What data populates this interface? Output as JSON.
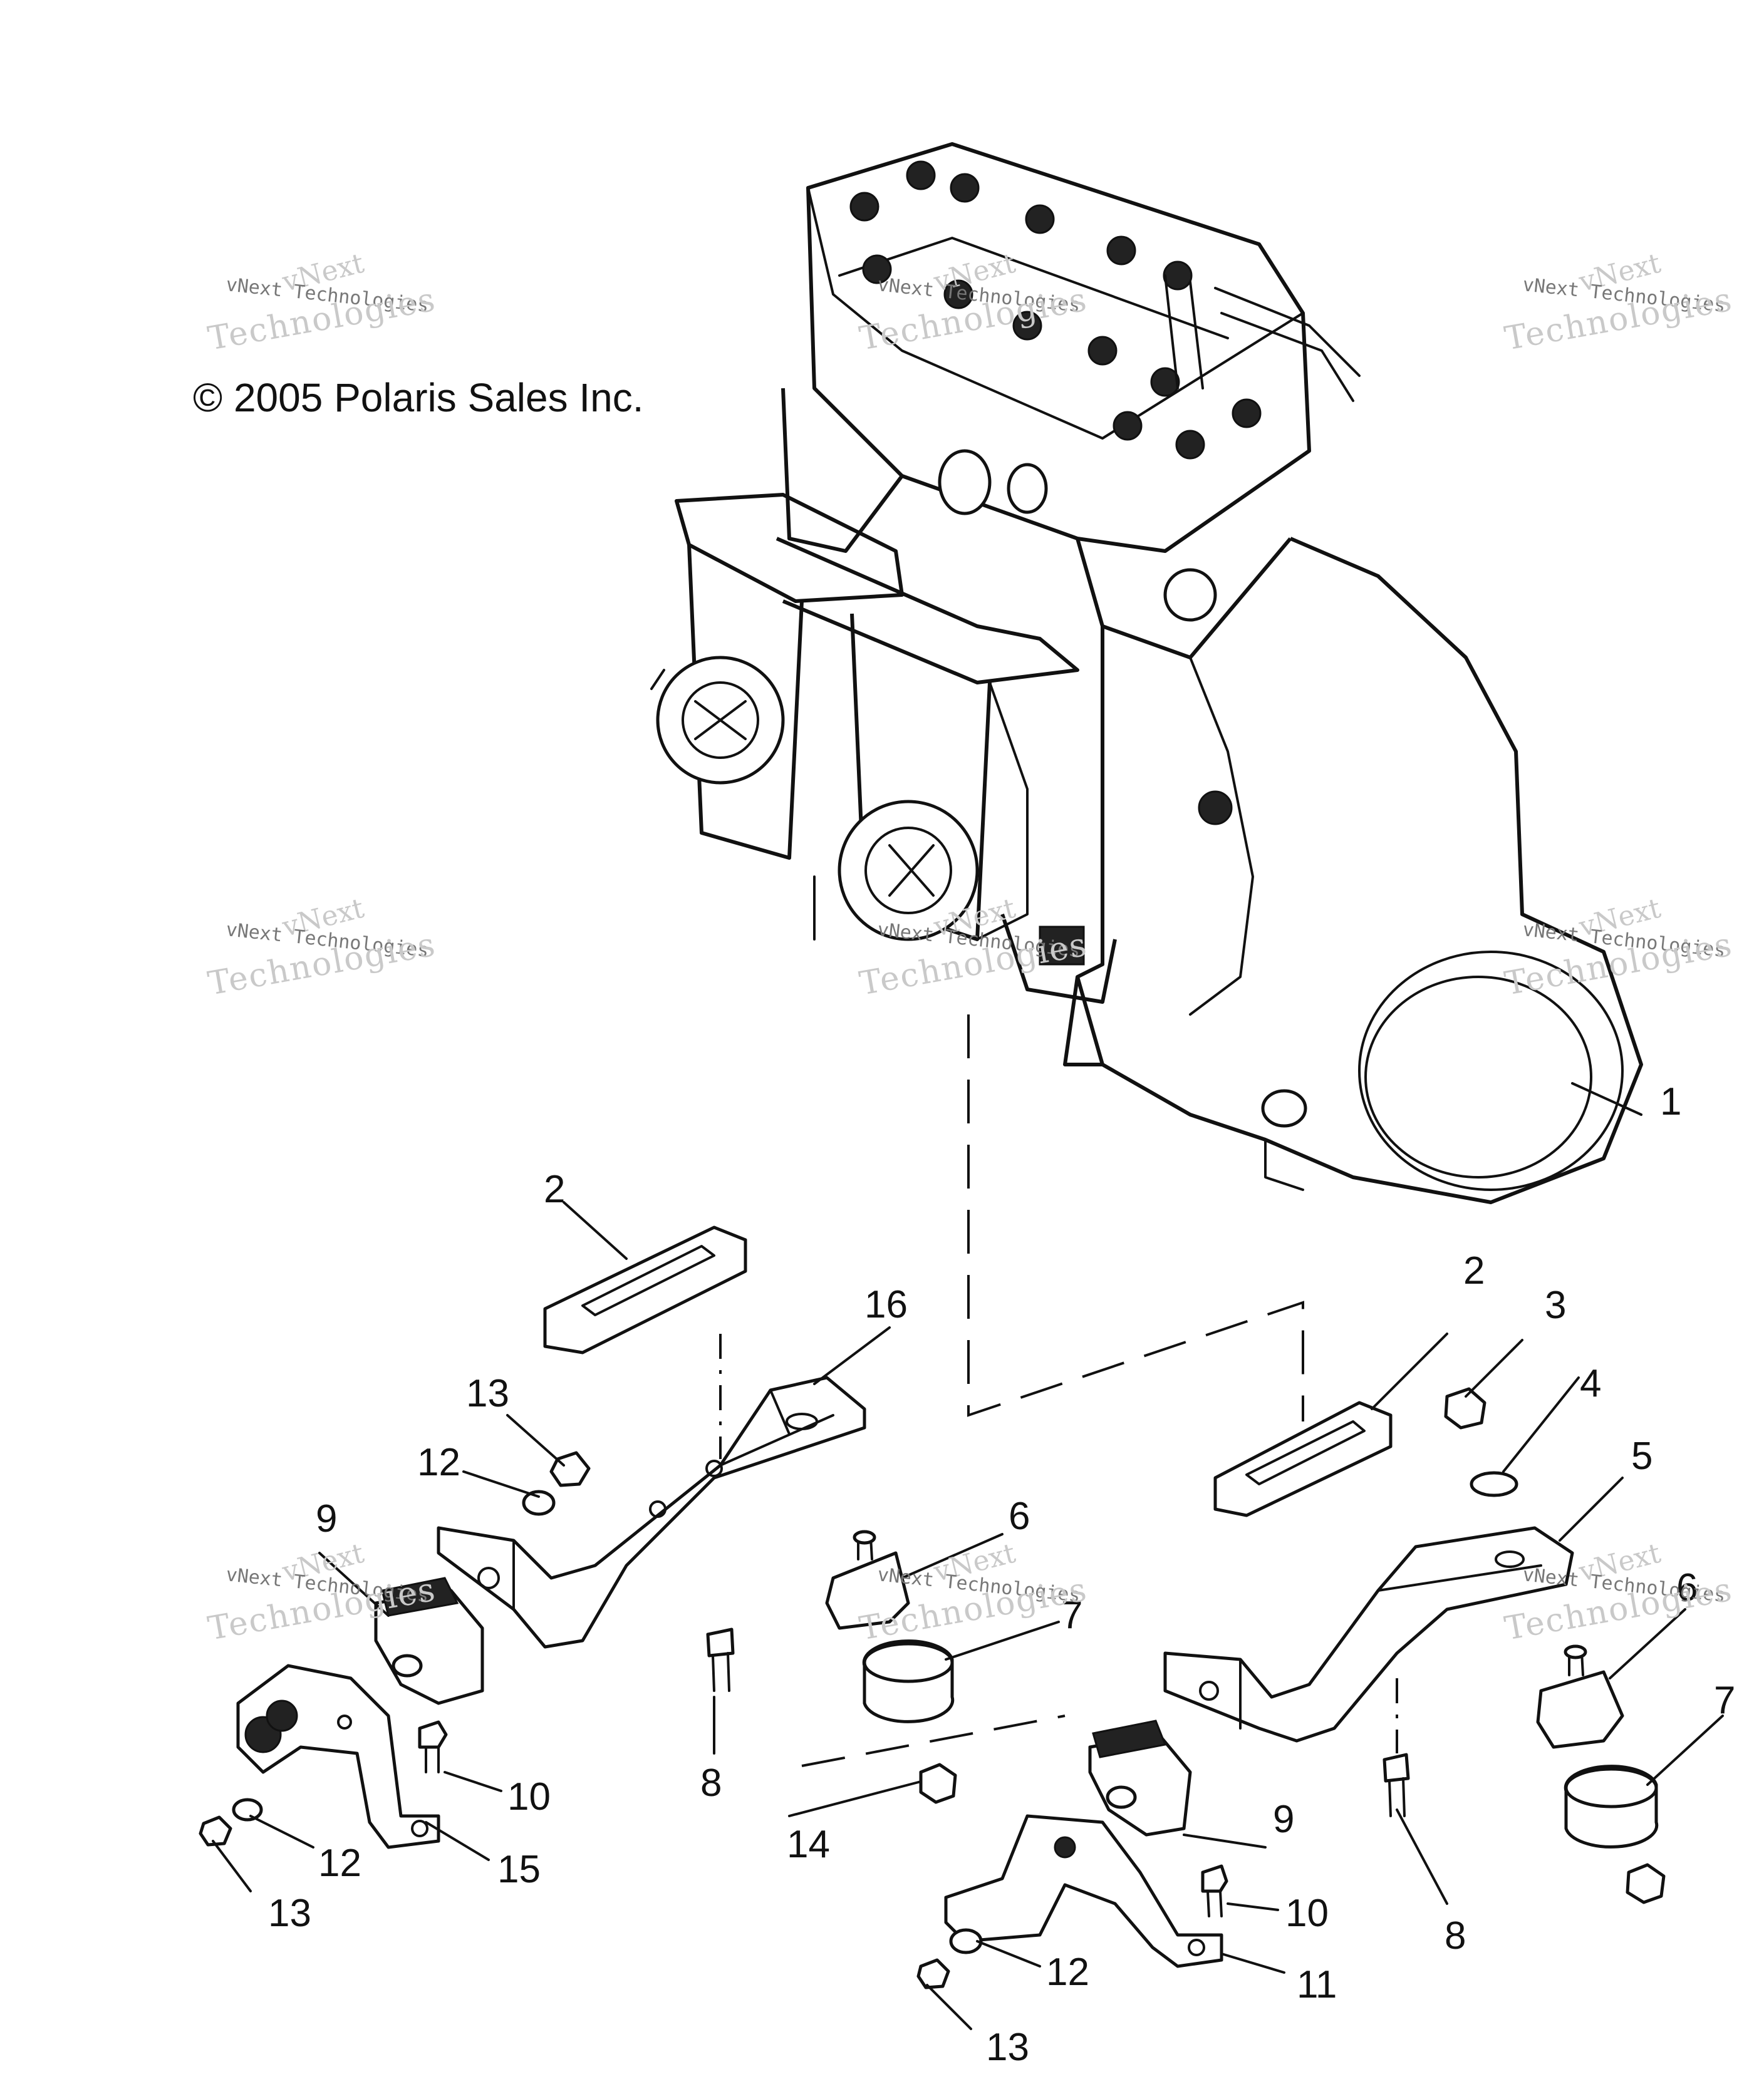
{
  "copyright": "© 2005 Polaris Sales Inc.",
  "watermark": {
    "brand": "vNext",
    "company_line": "vNext Technologies",
    "word": "Technologies"
  },
  "callouts": [
    "1",
    "2",
    "2",
    "3",
    "4",
    "5",
    "6",
    "6",
    "7",
    "7",
    "8",
    "8",
    "9",
    "9",
    "10",
    "10",
    "11",
    "12",
    "12",
    "12",
    "13",
    "13",
    "13",
    "14",
    "15",
    "16"
  ]
}
